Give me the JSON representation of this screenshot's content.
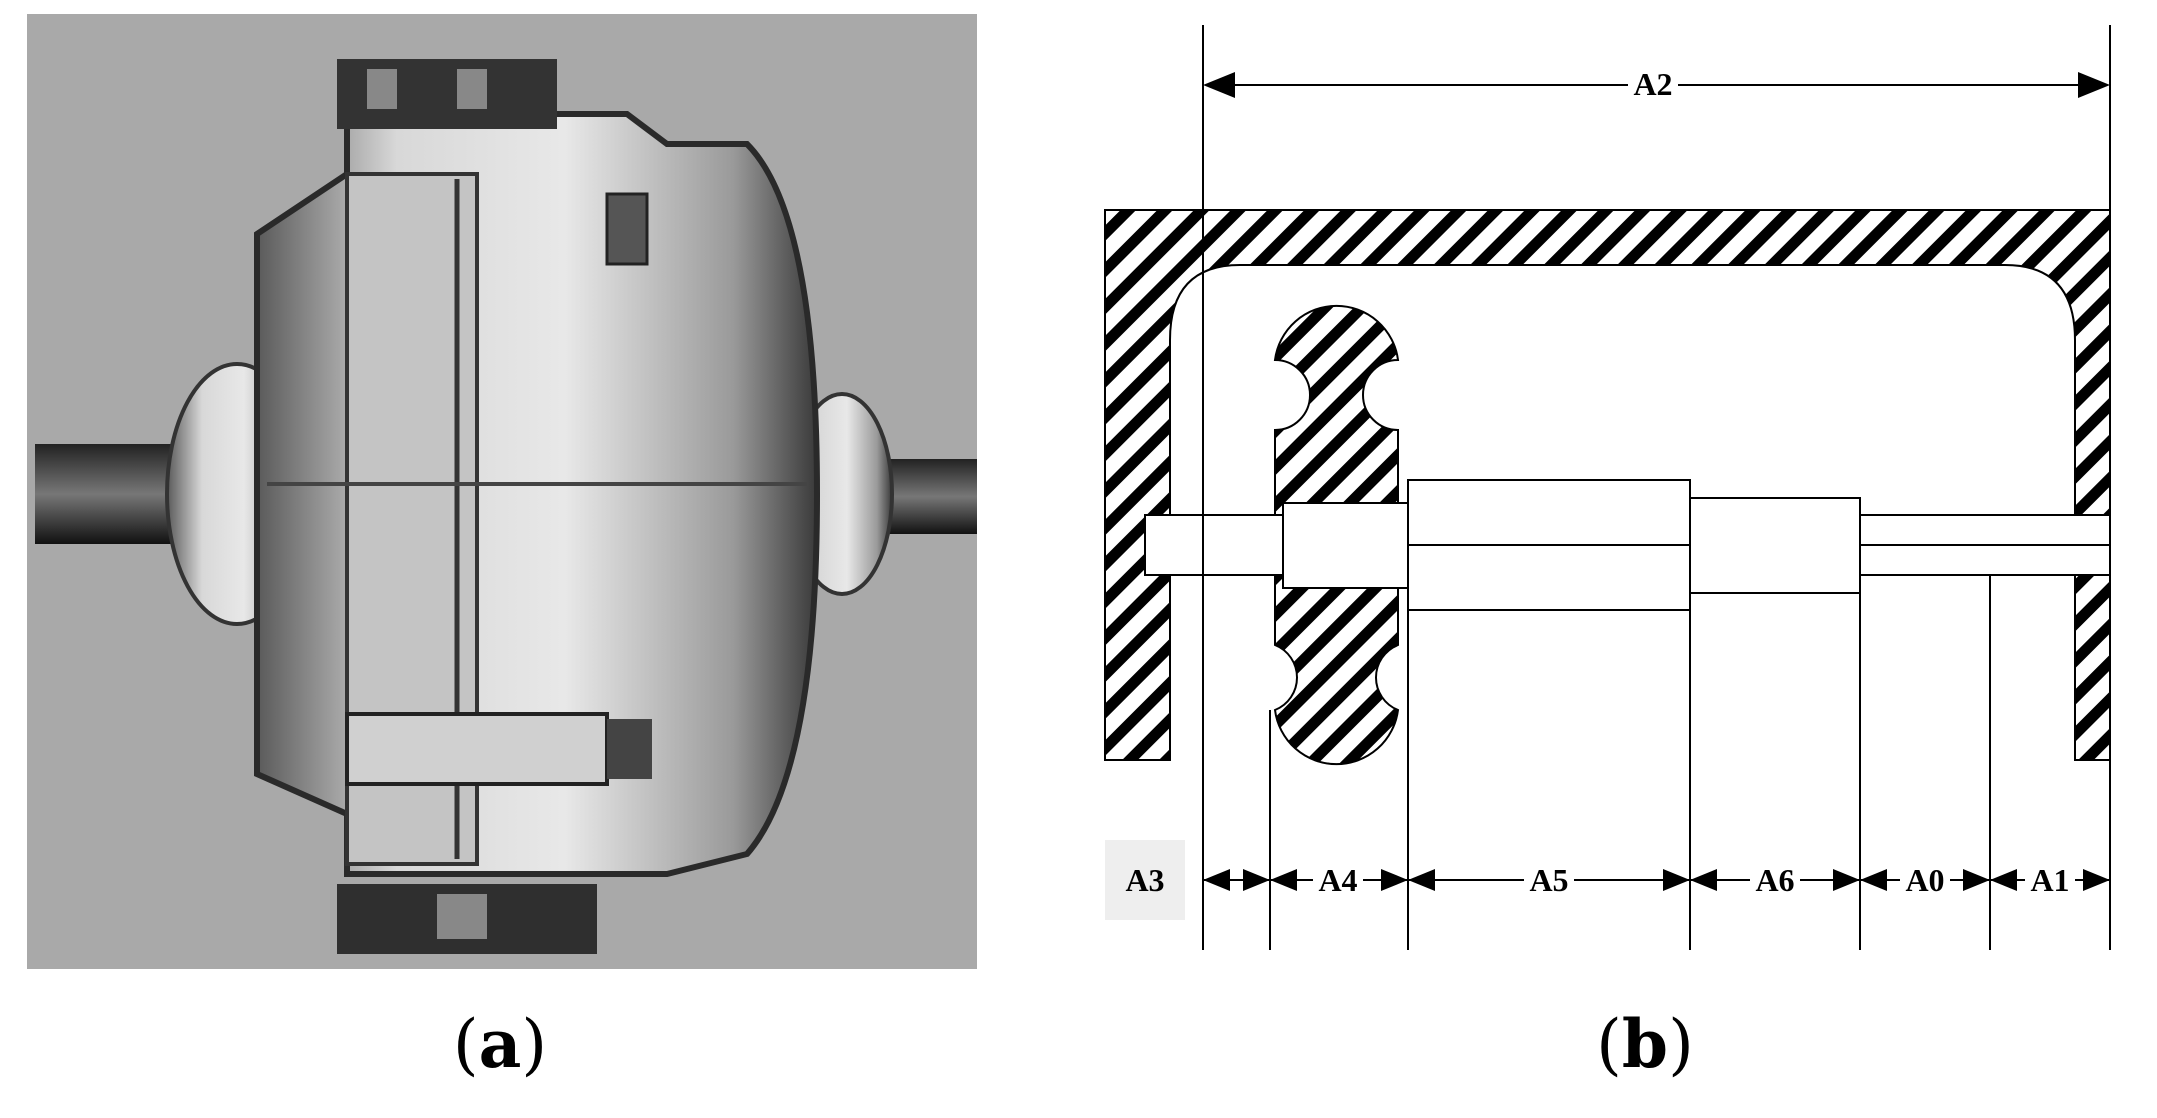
{
  "captions": {
    "a_open": "(",
    "a_letter": "a",
    "a_close": ")",
    "b_open": "(",
    "b_letter": "b",
    "b_close": ")"
  },
  "dimensions": {
    "A2": "A2",
    "A3": "A3",
    "A4": "A4",
    "A5": "A5",
    "A6": "A6",
    "A0": "A0",
    "A1": "A1"
  },
  "colors": {
    "photo_background": "#a9a9a9",
    "housing_metal": "#9a9a9a",
    "line": "#000000",
    "hatch": "#000000"
  }
}
